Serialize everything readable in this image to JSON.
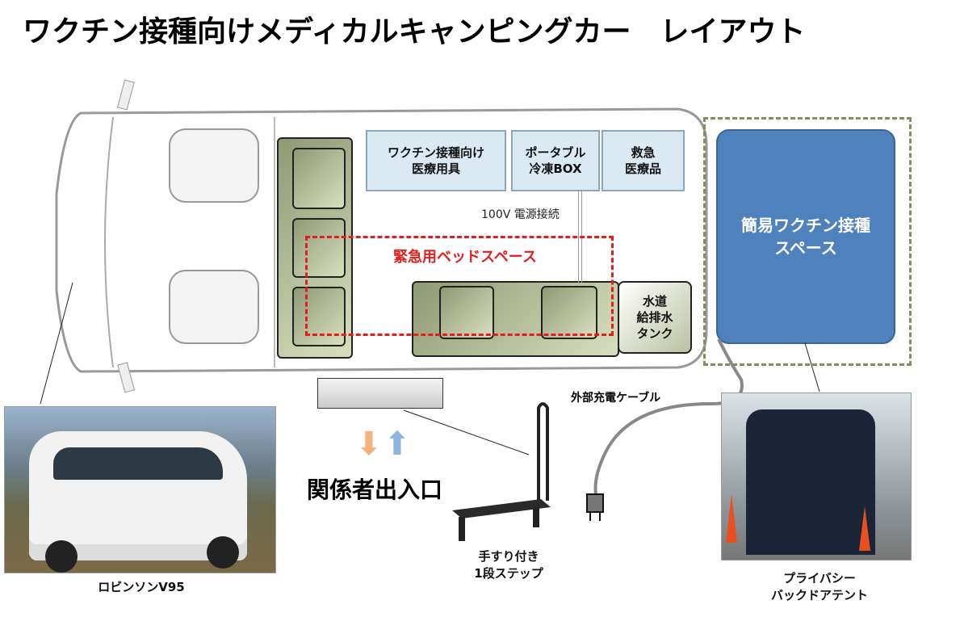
{
  "title": "ワクチン接種向けメディカルキャンピングカー　レイアウト",
  "boxes": {
    "medical_tools": "ワクチン接種向け\n医療用具",
    "freezer": "ポータブル\n冷凍BOX",
    "emergency": "救急\n医療品",
    "water_tank": "水道\n給排水\nタンク",
    "tent_space": "簡易ワクチン接種\nスペース"
  },
  "power_label": "100V 電源接続",
  "bed_label": "緊急用ベッドスペース",
  "cable_label": "外部充電ケーブル",
  "entrance_label": "関係者出入口",
  "step_label": "手すり付き\n1段ステップ",
  "van_caption": "ロビンソンV95",
  "tent_caption": "プライバシー\nバックドアテント",
  "colors": {
    "accent_blue": "#4f81bd",
    "bed_red": "#e02020",
    "tent_dash": "#8a8a5a"
  }
}
